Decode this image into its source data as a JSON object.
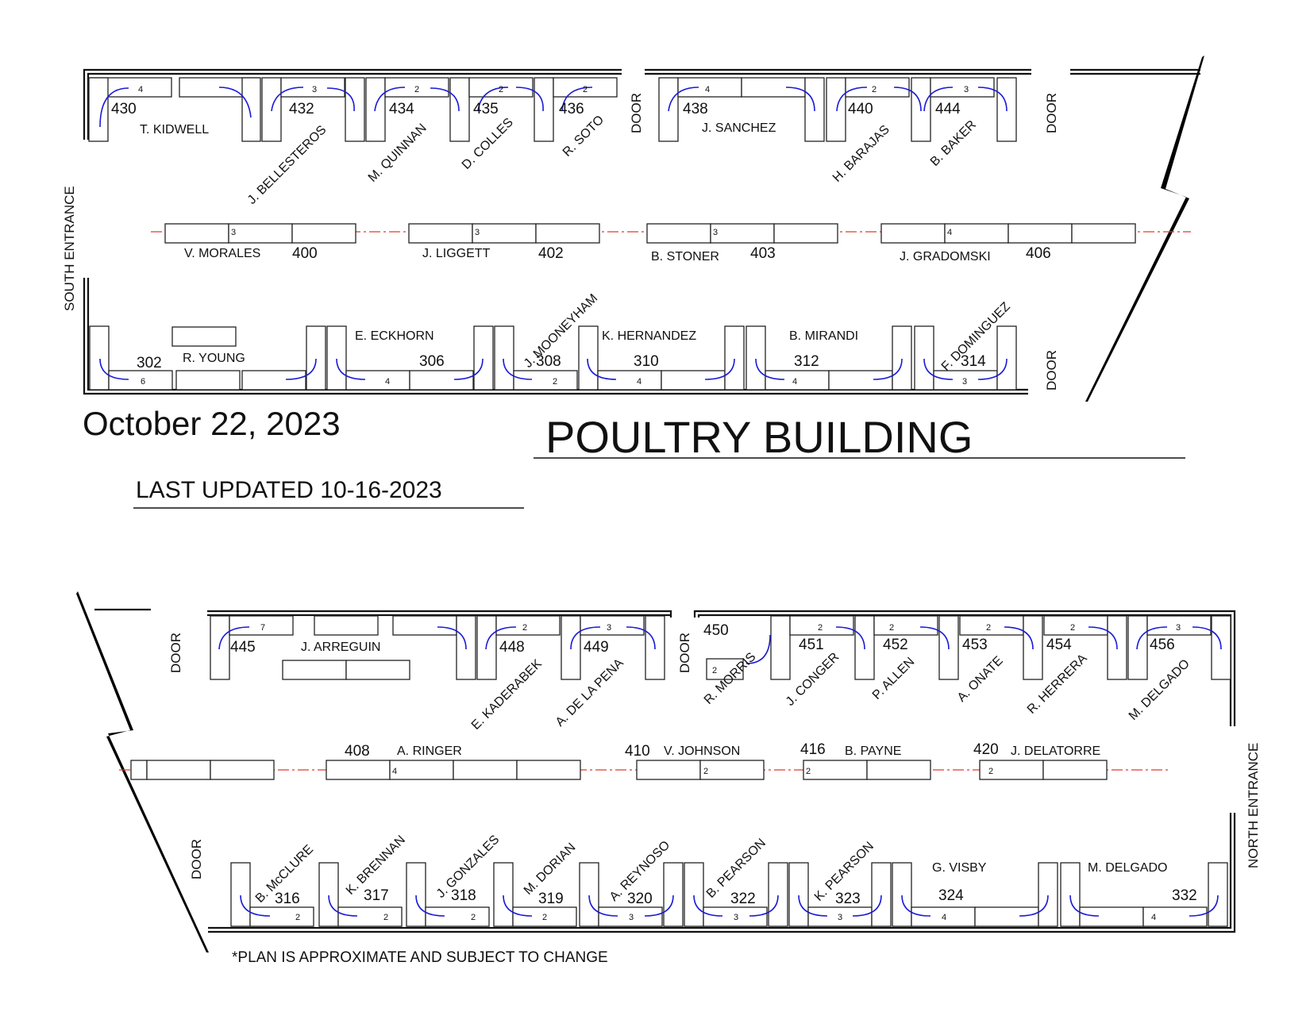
{
  "date": "October 22, 2023",
  "title": "POULTRY BUILDING",
  "last_updated": "LAST UPDATED 10-16-2023",
  "note": "*PLAN IS APPROXIMATE AND SUBJECT TO CHANGE",
  "entrances": {
    "south": "SOUTH ENTRANCE",
    "north": "NORTH ENTRANCE"
  },
  "door_label": "DOOR",
  "colors": {
    "aisle": "#e03a2a",
    "door_swing": "#1a1ad6",
    "line": "#111111"
  },
  "top_section": {
    "upper_row": [
      {
        "num": "430",
        "name": "T. KIDWELL",
        "tables": "4"
      },
      {
        "num": "432",
        "name": "J. BELLESTEROS",
        "tables": "3"
      },
      {
        "num": "434",
        "name": "M. QUINNAN",
        "tables": "2"
      },
      {
        "num": "435",
        "name": "D. COLLES",
        "tables": "2"
      },
      {
        "num": "436",
        "name": "R. SOTO",
        "tables": "2"
      },
      {
        "num": "438",
        "name": "J. SANCHEZ",
        "tables": "4"
      },
      {
        "num": "440",
        "name": "H. BARAJAS",
        "tables": "2"
      },
      {
        "num": "444",
        "name": "B. BAKER",
        "tables": "3"
      }
    ],
    "center_row": [
      {
        "num": "400",
        "name": "V. MORALES",
        "tables": "3"
      },
      {
        "num": "402",
        "name": "J. LIGGETT",
        "tables": "3"
      },
      {
        "num": "403",
        "name": "B. STONER",
        "tables": "3"
      },
      {
        "num": "406",
        "name": "J. GRADOMSKI",
        "tables": "4"
      }
    ],
    "lower_row": [
      {
        "num": "302",
        "name": "R. YOUNG",
        "tables": "6"
      },
      {
        "num": "306",
        "name": "E. ECKHORN",
        "tables": "4"
      },
      {
        "num": "308",
        "name": "J. MOONEYHAM",
        "tables": "2"
      },
      {
        "num": "310",
        "name": "K. HERNANDEZ",
        "tables": "4"
      },
      {
        "num": "312",
        "name": "B. MIRANDI",
        "tables": "4"
      },
      {
        "num": "314",
        "name": "F. DOMINGUEZ",
        "tables": "3"
      }
    ]
  },
  "bottom_section": {
    "upper_row": [
      {
        "num": "445",
        "name": "J. ARREGUIN",
        "tables": "7"
      },
      {
        "num": "448",
        "name": "E. KADERABEK",
        "tables": "2"
      },
      {
        "num": "449",
        "name": "A. DE LA PENA",
        "tables": "3"
      },
      {
        "num": "450",
        "name": "R. MORRIS",
        "tables": "2"
      },
      {
        "num": "451",
        "name": "J. CONGER",
        "tables": "2"
      },
      {
        "num": "452",
        "name": "P. ALLEN",
        "tables": "2"
      },
      {
        "num": "453",
        "name": "A. ONATE",
        "tables": "2"
      },
      {
        "num": "454",
        "name": "R. HERRERA",
        "tables": "2"
      },
      {
        "num": "456",
        "name": "M. DELGADO",
        "tables": "3"
      }
    ],
    "center_row": [
      {
        "num": "408",
        "name": "A. RINGER",
        "tables": "4"
      },
      {
        "num": "410",
        "name": "V. JOHNSON",
        "tables": "2"
      },
      {
        "num": "416",
        "name": "B. PAYNE",
        "tables": "2"
      },
      {
        "num": "420",
        "name": "J. DELATORRE",
        "tables": "2"
      }
    ],
    "lower_row": [
      {
        "num": "316",
        "name": "B. McCLURE",
        "tables": "2"
      },
      {
        "num": "317",
        "name": "K. BRENNAN",
        "tables": "2"
      },
      {
        "num": "318",
        "name": "J. GONZALES",
        "tables": "2"
      },
      {
        "num": "319",
        "name": "M. DORIAN",
        "tables": "2"
      },
      {
        "num": "320",
        "name": "A. REYNOSO",
        "tables": "3"
      },
      {
        "num": "322",
        "name": "B. PEARSON",
        "tables": "3"
      },
      {
        "num": "323",
        "name": "K. PEARSON",
        "tables": "3"
      },
      {
        "num": "324",
        "name": "G. VISBY",
        "tables": "4"
      },
      {
        "num": "332",
        "name": "M. DELGADO",
        "tables": "4"
      }
    ]
  }
}
